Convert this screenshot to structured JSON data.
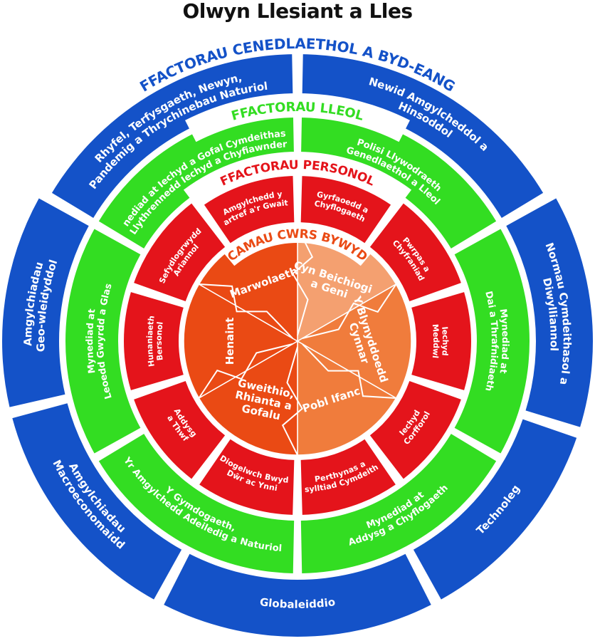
{
  "title": "Olwyn Llesiant a Lles",
  "colors": {
    "national": "#1452c8",
    "local": "#33dd22",
    "personal": "#e4141b",
    "life_dark": "#ea4a14",
    "life_mid": "#f07c3c",
    "life_light": "#f4a070",
    "text_light": "#ffffff",
    "title_dark": "#111111"
  },
  "rings": {
    "national": {
      "title": "FFACTORAU CENEDLAETHOL A BYD-EANG",
      "segments": [
        {
          "lines": [
            "Newid Amgylcheddol a",
            "Hinsoddol"
          ]
        },
        {
          "lines": [
            "Normau Cymdeithasol a",
            "Diwylliannol"
          ]
        },
        {
          "lines": [
            "Technoleg"
          ]
        },
        {
          "lines": [
            "Globaleiddio"
          ]
        },
        {
          "lines": [
            "Amgylchiadau",
            "Macroeconomaidd"
          ]
        },
        {
          "lines": [
            "Amgylchiadau",
            "Geo-wleidyddol"
          ]
        },
        {
          "lines": [
            "Rhyfel, Terfysgaeth, Newyn,",
            "Pandemig a Thrychinebau Naturiol"
          ]
        }
      ]
    },
    "local": {
      "title": "FFACTORAU LLEOL",
      "segments": [
        {
          "lines": [
            "Polisi Llywodraeth",
            "Genedlaethol a Lleol"
          ]
        },
        {
          "lines": [
            "Mynediad at",
            "Dai a Thrafnidiaeth"
          ]
        },
        {
          "lines": [
            "Mynediad at",
            "Addysg a Chyflogaeth"
          ]
        },
        {
          "lines": [
            "Y Gymdogaeth,",
            "Yr Amgylchedd Adeiledig a Naturiol"
          ]
        },
        {
          "lines": [
            "Mynediad at",
            "Leoedd Gwyrdd a Glas"
          ]
        },
        {
          "lines": [
            "Mynediad at Iechyd a Gofal Cymdeithasol,",
            "Llythrennedd Iechyd a Chyfiawnder"
          ]
        }
      ]
    },
    "personal": {
      "title": "FFACTORAU PERSONOL",
      "segments": [
        {
          "lines": [
            "Gyrfaoedd a",
            "Chyflogaeth"
          ]
        },
        {
          "lines": [
            "Pwrpas a",
            "Chyfraniad"
          ]
        },
        {
          "lines": [
            "Iechyd",
            "Meddwl"
          ]
        },
        {
          "lines": [
            "Iechyd",
            "Corfforol"
          ]
        },
        {
          "lines": [
            "Perthynas a",
            "Chysylltiad Cymdeithasol"
          ]
        },
        {
          "lines": [
            "Diogelwch Bwyd,",
            "Dŵr ac Ynni"
          ]
        },
        {
          "lines": [
            "Addysg",
            "a Thwf"
          ]
        },
        {
          "lines": [
            "Hunaniaeth",
            "Bersonol"
          ]
        },
        {
          "lines": [
            "Sefydlogrwydd",
            "Ariannol"
          ]
        },
        {
          "lines": [
            "Amgylchedd y",
            "Cartref a'r Gwaith"
          ]
        }
      ]
    },
    "life": {
      "title": "CAMAU CWRS BYWYD",
      "segments": [
        {
          "lines": [
            "Cyn Beichiogi",
            "a Geni"
          ]
        },
        {
          "lines": [
            "Y Blynyddoedd",
            "Cynnar"
          ]
        },
        {
          "lines": [
            "Pobl Ifanc"
          ]
        },
        {
          "lines": [
            "Gweithio,",
            "Rhianta a",
            "Gofalu"
          ]
        },
        {
          "lines": [
            "Henaint"
          ]
        },
        {
          "lines": [
            "Marwolaeth"
          ]
        }
      ]
    }
  }
}
